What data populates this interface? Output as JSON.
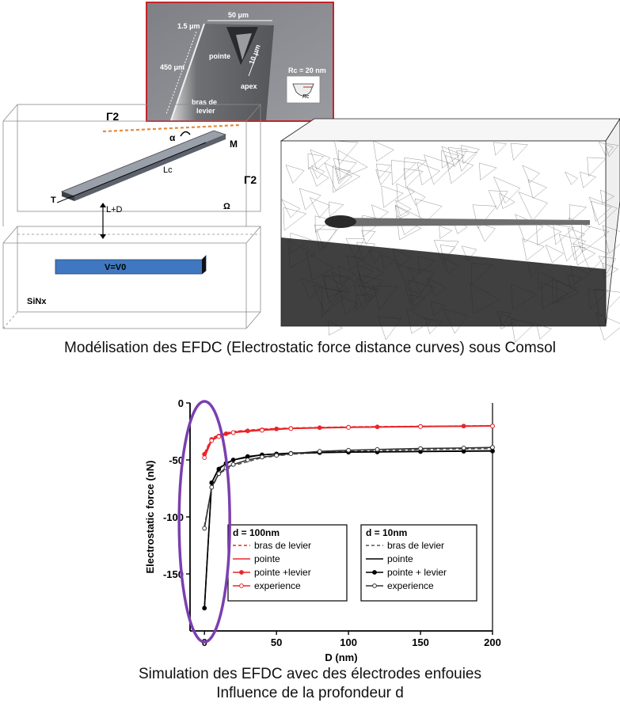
{
  "sem": {
    "width_label": "50 μm",
    "thickness_label": "1.5 μm",
    "length_label": "450 μm",
    "tip_label": "pointe",
    "height_label": "10 μm",
    "apex_label": "apex",
    "radius_label": "Rc = 20 nm",
    "radius_symbol": "Rc",
    "lever_label_1": "bras de",
    "lever_label_2": "levier"
  },
  "schematic": {
    "gamma_top": "Γ2",
    "gamma_right": "Γ2",
    "alpha": "α",
    "moment": "M",
    "length": "Lc",
    "thickness": "T",
    "distance": "L+D",
    "omega": "Ω",
    "electrode": "V=V0",
    "substrate": "SiNx"
  },
  "captions": {
    "top": "Modélisation des EFDC (Electrostatic force distance curves) sous Comsol",
    "bottom_1": "Simulation des EFDC avec des électrodes enfouies",
    "bottom_2": "Influence de la profondeur d"
  },
  "colors": {
    "red": "#e8262b",
    "black": "#000000",
    "grey": "#555555",
    "ellipse": "#7b3fb0",
    "sem_border": "#c0262c",
    "electrode": "#3f78c0"
  },
  "chart_data": {
    "type": "line",
    "xlabel": "D (nm)",
    "ylabel": "Electrostatic force (nN)",
    "xlim": [
      -10,
      200
    ],
    "ylim": [
      -200,
      0
    ],
    "xticks": [
      "0",
      "50",
      "100",
      "150",
      "200"
    ],
    "yticks": [
      "0",
      "-50",
      "-100",
      "-150"
    ],
    "legends": [
      {
        "title": "d = 100nm",
        "entries": [
          "bras de levier",
          "pointe",
          "pointe +levier",
          "experience"
        ]
      },
      {
        "title": "d = 10nm",
        "entries": [
          "bras de levier",
          "pointe",
          "pointe + levier",
          "experience"
        ]
      }
    ],
    "series": [
      {
        "name": "bras de levier",
        "group": "d = 100nm",
        "color": "#e8262b",
        "style": "dashed",
        "x": [
          0,
          5,
          10,
          20,
          40,
          60,
          80,
          100,
          150,
          200
        ],
        "y": [
          -44,
          -31,
          -28,
          -25,
          -23,
          -22,
          -21.5,
          -21,
          -20.5,
          -20
        ]
      },
      {
        "name": "pointe",
        "group": "d = 100nm",
        "color": "#e8262b",
        "style": "solid",
        "x": [
          0,
          5,
          10,
          20,
          40,
          60,
          80,
          100,
          150,
          200
        ],
        "y": [
          -46,
          -32,
          -28.5,
          -25.5,
          -23.5,
          -22.3,
          -21.8,
          -21.3,
          -20.7,
          -20.2
        ]
      },
      {
        "name": "pointe +levier",
        "group": "d = 100nm",
        "color": "#e8262b",
        "style": "solid-dot",
        "x": [
          0,
          5,
          10,
          15,
          20,
          30,
          40,
          50,
          60,
          80,
          100,
          120,
          150,
          180,
          200
        ],
        "y": [
          -45,
          -32,
          -29,
          -27,
          -26,
          -24.5,
          -23.5,
          -22.8,
          -22.3,
          -21.7,
          -21.3,
          -21,
          -20.6,
          -20.3,
          -20.2
        ]
      },
      {
        "name": "experience",
        "group": "d = 100nm",
        "color": "#e8262b",
        "style": "open-dot",
        "x": [
          0,
          5,
          10,
          20,
          40,
          60,
          100,
          150,
          200
        ],
        "y": [
          -48,
          -33,
          -29.5,
          -26,
          -24,
          -22.5,
          -21.5,
          -20.8,
          -20.3
        ]
      },
      {
        "name": "bras de levier",
        "group": "d = 10nm",
        "color": "#555555",
        "style": "dashed",
        "x": [
          0,
          5,
          10,
          20,
          40,
          60,
          80,
          100,
          150,
          200
        ],
        "y": [
          -108,
          -75,
          -62,
          -55,
          -48,
          -45,
          -43.5,
          -42.5,
          -41,
          -40
        ]
      },
      {
        "name": "pointe",
        "group": "d = 10nm",
        "color": "#000000",
        "style": "solid",
        "x": [
          0,
          5,
          10,
          20,
          40,
          60,
          80,
          100,
          150,
          200
        ],
        "y": [
          -180,
          -70,
          -57,
          -50,
          -45.5,
          -44,
          -43.5,
          -43,
          -42.5,
          -42
        ]
      },
      {
        "name": "pointe + levier",
        "group": "d = 10nm",
        "color": "#000000",
        "style": "solid-dot",
        "x": [
          0,
          5,
          10,
          15,
          20,
          30,
          40,
          50,
          60,
          80,
          100,
          120,
          150,
          180,
          200
        ],
        "y": [
          -180,
          -70,
          -58,
          -53,
          -50,
          -47,
          -45.5,
          -44.7,
          -44.2,
          -43.6,
          -43.2,
          -43,
          -42.7,
          -42.4,
          -42.2
        ]
      },
      {
        "name": "experience",
        "group": "d = 10nm",
        "color": "#333333",
        "style": "open-dot",
        "x": [
          0,
          5,
          10,
          15,
          20,
          30,
          40,
          50,
          60,
          80,
          100,
          120,
          150,
          180,
          200
        ],
        "y": [
          -110,
          -74,
          -62,
          -57,
          -54,
          -50,
          -47.5,
          -46,
          -44.5,
          -42.5,
          -41.5,
          -40.8,
          -40,
          -39.5,
          -39
        ]
      }
    ]
  }
}
